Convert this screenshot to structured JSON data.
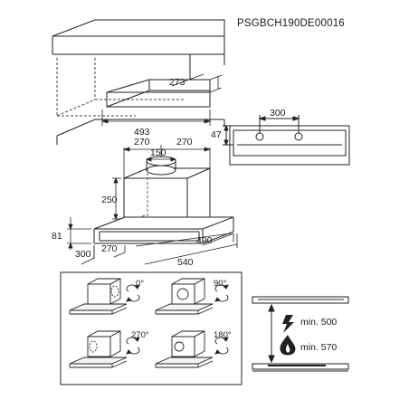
{
  "document_code": "PSGBCH190DE00016",
  "cabinet": {
    "depth": "273",
    "width": "493"
  },
  "filter_view": {
    "spacing": "300",
    "height": "47"
  },
  "hood": {
    "left_offset": "270",
    "outlet_diameter": "150",
    "right_offset": "270",
    "chimney_height": "250",
    "front_height": "81",
    "front_depth": "300",
    "body_depth": "270",
    "inner_width": "490",
    "overall_width": "540"
  },
  "orientations": [
    {
      "label": "0°"
    },
    {
      "label": "90°"
    },
    {
      "label": "270°"
    },
    {
      "label": "180°"
    }
  ],
  "clearances": [
    {
      "icon": "electric-hob-icon",
      "label": "min. 500"
    },
    {
      "icon": "gas-flame-icon",
      "label": "min. 570"
    }
  ]
}
